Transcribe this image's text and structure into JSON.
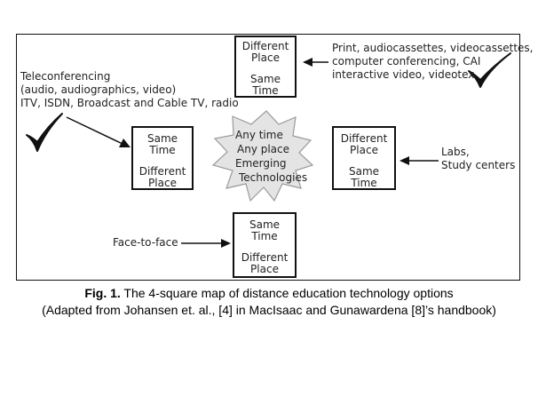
{
  "center": {
    "line1": "Any time",
    "line2": "Any place",
    "line3": "Emerging",
    "line4": "Technologies"
  },
  "boxes": {
    "top": {
      "line1": "Different",
      "line2": "Place",
      "line3": "Same",
      "line4": "Time"
    },
    "left": {
      "line1": "Same",
      "line2": "Time",
      "line3": "Different",
      "line4": "Place"
    },
    "right": {
      "line1": "Different",
      "line2": "Place",
      "line3": "Same",
      "line4": "Time"
    },
    "bottom": {
      "line1": "Same",
      "line2": "Time",
      "line3": "Different",
      "line4": "Place"
    }
  },
  "labels": {
    "top_right": {
      "line1": "Print, audiocassettes, videocassettes,",
      "line2": "computer conferencing, CAI",
      "line3": "interactive video, videotex"
    },
    "left": {
      "line1": "Teleconferencing",
      "line2": "(audio, audiographics, video)",
      "line3": "ITV, ISDN, Broadcast and Cable TV, radio"
    },
    "right": {
      "line1": "Labs,",
      "line2": "Study centers"
    },
    "bottom": "Face-to-face"
  },
  "checkmarks": [
    "top-right-checkmark-icon",
    "left-checkmark-icon"
  ],
  "caption": {
    "fig_label": "Fig. 1.",
    "line1_rest": " The 4-square map of distance education technology options",
    "line2": "(Adapted from Johansen et. al., [4] in MacIsaac and Gunawardena [8]’s handbook)"
  }
}
